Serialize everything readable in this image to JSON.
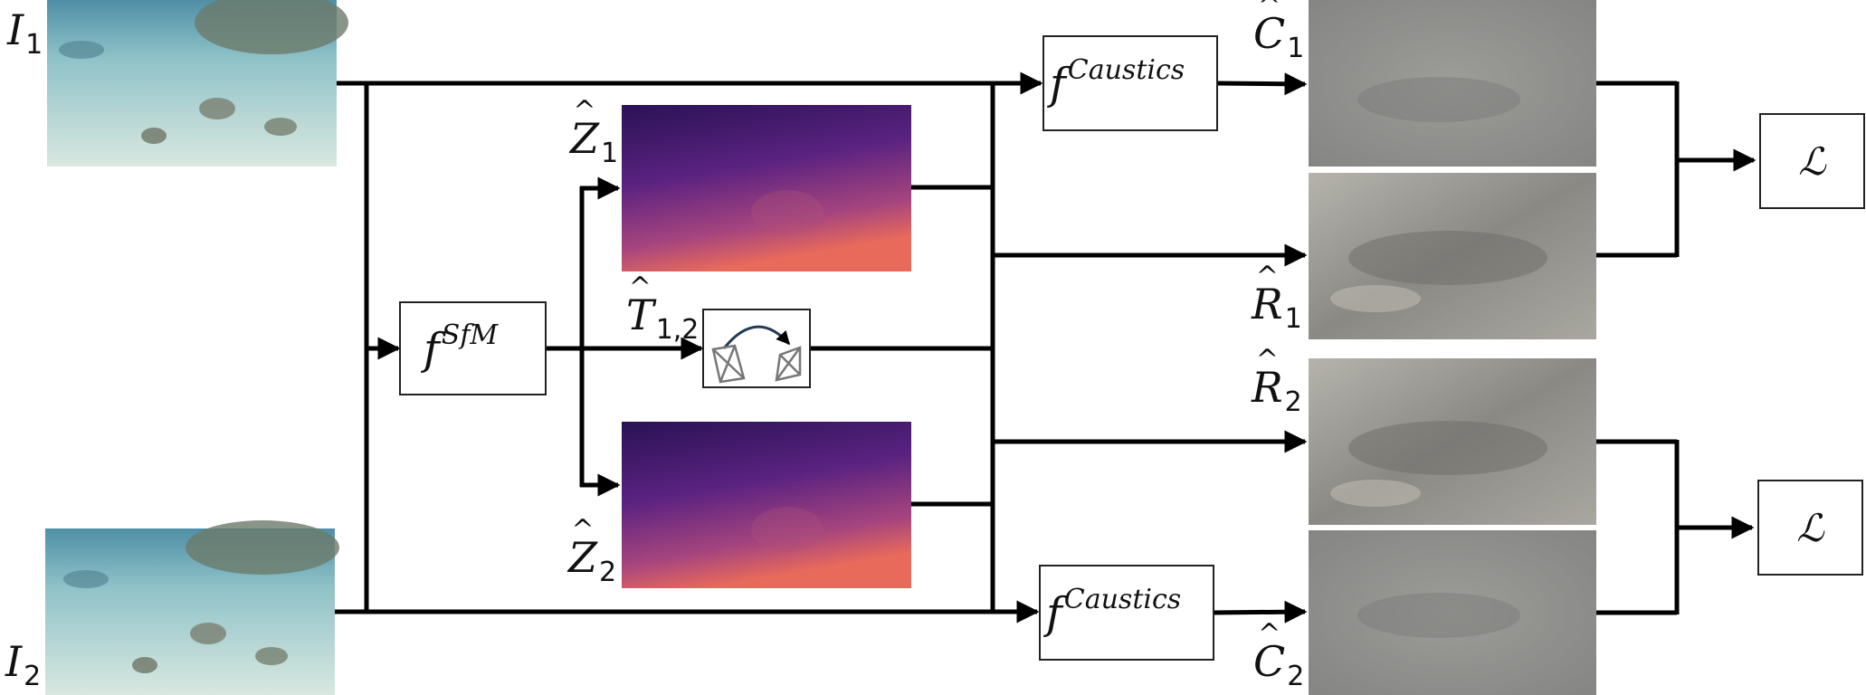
{
  "inputs": {
    "i1": {
      "sym": "I",
      "sub": "1"
    },
    "i2": {
      "sym": "I",
      "sub": "2"
    }
  },
  "functions": {
    "sfm": {
      "sym": "f",
      "sup": "SfM"
    },
    "caustics_top": {
      "sym": "f",
      "sup": "Caustics"
    },
    "caustics_bottom": {
      "sym": "f",
      "sup": "Caustics"
    }
  },
  "depth": {
    "z1": {
      "sym": "Z",
      "sub": "1"
    },
    "z2": {
      "sym": "Z",
      "sub": "2"
    }
  },
  "pose": {
    "sym": "T",
    "sub": "1,2"
  },
  "outputs": {
    "c1": {
      "sym": "C",
      "sub": "1"
    },
    "r1": {
      "sym": "R",
      "sub": "1"
    },
    "r2": {
      "sym": "R",
      "sub": "2"
    },
    "c2": {
      "sym": "C",
      "sub": "2"
    }
  },
  "loss": {
    "top": "ℒ",
    "bottom": "ℒ"
  },
  "colors": {
    "line": "#000000",
    "underwater_sand": "#b9d6d3",
    "underwater_water": "#5fa0b5",
    "depth_top": "#2a1255",
    "depth_bottom": "#e86a5a",
    "caustics_gray": "#8e8e8c",
    "reflect_gray": "#9a9994"
  }
}
